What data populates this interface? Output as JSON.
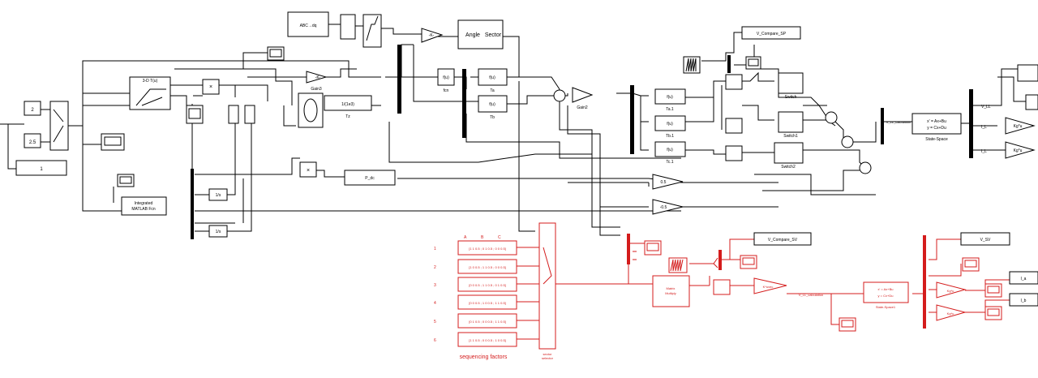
{
  "colors": {
    "black": "#000000",
    "red": "#d41c1c",
    "bg": "#ffffff"
  },
  "labels": {
    "const_2": "2",
    "const_25": "2.5",
    "const_1": "1",
    "abc_dq": "ABC→dq",
    "dq0": "3-D T(u)",
    "gain_k": "-K-",
    "gain3": "Gain3",
    "angle": "Angle",
    "sector": "Sector",
    "fu": "f(u)",
    "fcn": "fcn",
    "ta": "Ta",
    "tb": "Tb",
    "tz": "Tz",
    "tz_expr": "1/(1e3)",
    "gain2": "Gain2",
    "ta1": "Ta.1",
    "tb1": "Tb.1",
    "tc1": "Tc.1",
    "integrated_1": "Integrated",
    "integrated_2": "MATLAB Fcn",
    "p_dc": "P_dc",
    "int": "1/s",
    "v_compare_sp": "V_Compare_SP",
    "switch": "Switch",
    "switch1": "Switch1",
    "switch2": "Switch2",
    "vll_calc": "V_LL_calculation",
    "ss_1": "x' = Ax+Bu",
    "ss_2": "y = Cx+Du",
    "state_space": "State-Space",
    "v_ll": "V_LL",
    "i_l": "I_L",
    "i_l2": "I_L",
    "kg_u": "Kg*u",
    "g05": "0.5",
    "gm05": "-0.5",
    "col_a": "A",
    "col_b": "B",
    "col_c": "C",
    "seq_rows": [
      "[1 1 0.5 ; 0 1 0.5 ; 0 0 0.5]",
      "[1 0 0.5 ; 1 1 0.5 ; 0 0 0.5]",
      "[0 0 0.5 ; 1 1 0.5 ; 0 1 0.5]",
      "[0 0 0.5 ; 1 0 0.5 ; 1 1 0.5]",
      "[0 1 0.5 ; 0 0 0.5 ; 1 1 0.5]",
      "[1 1 0.5 ; 0 0 0.5 ; 1 0 0.5]"
    ],
    "row_nums": [
      "1",
      "2",
      "3",
      "4",
      "5",
      "6"
    ],
    "sequencing": "sequencing factors",
    "sector_sel_1": "sector",
    "sector_sel_2": "selector",
    "v_compare_sv": "V_Compare_SV",
    "matrix_1": "Matrix",
    "matrix_2": "Multiply",
    "kv_vec": "K*uvec",
    "vll_calc2": "V_LL_calculation",
    "state_space1": "State-Space1",
    "v_sv": "V_SV",
    "i_a": "I_a",
    "i_b": "I_b",
    "mux_mult": "×"
  }
}
